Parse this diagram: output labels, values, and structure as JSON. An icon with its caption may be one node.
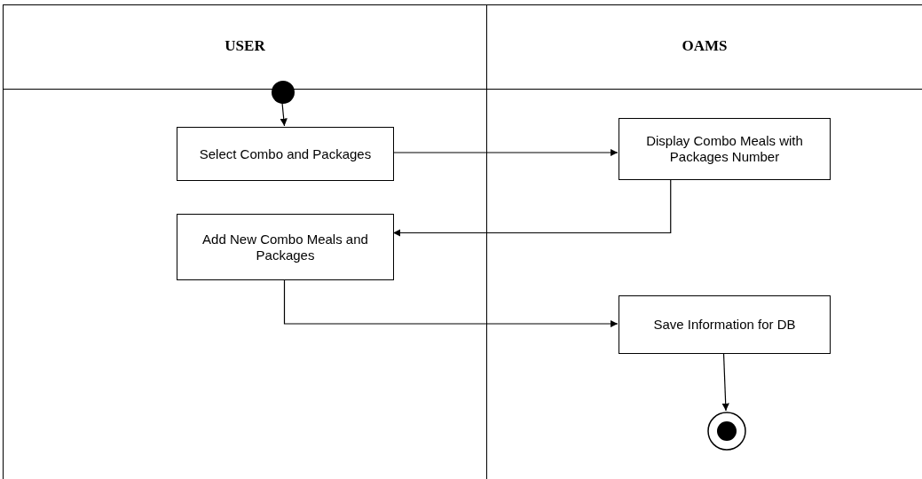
{
  "diagram": {
    "nodes": [
      {
        "text": [
          "USER"
        ]
      },
      {
        "text": [
          "OAMS"
        ]
      },
      {
        "text": [],
        "shape": "circle",
        "in": 0
      },
      {
        "text": [
          "Select Combo and Packages"
        ],
        "in": 0
      },
      {
        "text": [
          "Display Combo Meals with Packages Number"
        ],
        "in": 1
      },
      {
        "text": [
          "Add New Combo Meals and Packages"
        ],
        "in": 0
      },
      {
        "text": [
          "Save Information for DB"
        ],
        "in": 1
      },
      {
        "text": [],
        "shape": "circle",
        "in": 1
      }
    ],
    "edges": [
      {
        "from": 2,
        "to": 3,
        "arrow": "to"
      },
      {
        "from": 3,
        "to": 4,
        "arrow": "to"
      },
      {
        "from": 4,
        "to": 5,
        "arrow": "to"
      },
      {
        "from": 5,
        "to": 6,
        "arrow": "to"
      },
      {
        "from": 6,
        "to": 7,
        "arrow": "to"
      }
    ]
  }
}
